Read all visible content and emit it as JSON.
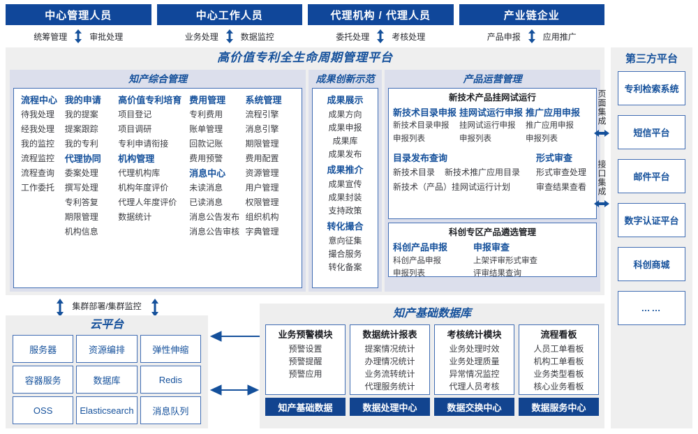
{
  "roles": [
    {
      "title": "中心管理人员",
      "flows": [
        "统筹管理",
        "审批处理"
      ]
    },
    {
      "title": "中心工作人员",
      "flows": [
        "业务处理",
        "数据监控"
      ]
    },
    {
      "title": "代理机构 / 代理人员",
      "flows": [
        "委托处理",
        "考核处理"
      ]
    },
    {
      "title": "产业链企业",
      "flows": [
        "产品申报",
        "应用推广"
      ]
    }
  ],
  "platform": {
    "title": "高价值专利全生命周期管理平台",
    "sections": {
      "zhichan": {
        "title": "知产综合管理",
        "columns": [
          {
            "blocks": [
              {
                "head": "流程中心",
                "items": [
                  "待我处理",
                  "经我处理",
                  "我的监控",
                  "流程监控",
                  "流程查询",
                  "工作委托"
                ]
              }
            ]
          },
          {
            "blocks": [
              {
                "head": "我的申请",
                "items": [
                  "我的提案",
                  "提案跟踪",
                  "我的专利"
                ]
              },
              {
                "head": "代理协同",
                "items": [
                  "委案处理",
                  "撰写处理",
                  "专利答复",
                  "期限管理",
                  "机构信息"
                ]
              }
            ]
          },
          {
            "blocks": [
              {
                "head": "高价值专利培育",
                "items": [
                  "项目登记",
                  "项目调研",
                  "专利申请衔接"
                ]
              },
              {
                "head": "机构管理",
                "items": [
                  "代理机构库",
                  "机构年度评价",
                  "代理人年度评价",
                  "数据统计"
                ]
              }
            ]
          },
          {
            "blocks": [
              {
                "head": "费用管理",
                "items": [
                  "专利费用",
                  "账单管理",
                  "回款记账",
                  "费用预警"
                ]
              },
              {
                "head": "消息中心",
                "items": [
                  "未读消息",
                  "已读消息",
                  "消息公告发布",
                  "消息公告审核"
                ]
              }
            ]
          },
          {
            "blocks": [
              {
                "head": "系统管理",
                "items": [
                  "流程引擎",
                  "消息引擎",
                  "期限管理",
                  "费用配置",
                  "资源管理",
                  "用户管理",
                  "权限管理",
                  "组织机构",
                  "字典管理"
                ]
              }
            ]
          }
        ]
      },
      "chengguo": {
        "title": "成果创新示范",
        "blocks": [
          {
            "head": "成果展示",
            "items": [
              "成果方向",
              "成果申报",
              "成果库",
              "成果发布"
            ]
          },
          {
            "head": "成果推介",
            "items": [
              "成果宣传",
              "成果封装",
              "支持政策"
            ]
          },
          {
            "head": "转化撮合",
            "items": [
              "意向征集",
              "撮合服务",
              "转化备案"
            ]
          }
        ]
      },
      "chanpin": {
        "title": "产品运营管理",
        "box1": {
          "title": "新技术产品挂网试运行",
          "triples": [
            {
              "head": "新技术目录申报",
              "items": [
                "新技术目录申报",
                "申报列表"
              ]
            },
            {
              "head": "挂网试运行申报",
              "items": [
                "挂网试运行申报",
                "申报列表"
              ]
            },
            {
              "head": "推广应用申报",
              "items": [
                "推广应用申报",
                "申报列表"
              ]
            }
          ],
          "publish": {
            "head": "目录发布查询",
            "line1a": "新技术目录",
            "line1b": "新技术推广应用目录",
            "line2": "新技术（产品）挂网试运行计划"
          },
          "review": {
            "head": "形式审查",
            "items": [
              "形式审查处理",
              "审查结果查看"
            ]
          }
        },
        "box2": {
          "title": "科创专区产品遴选管理",
          "left": {
            "head": "科创产品申报",
            "items": [
              "科创产品申报",
              "申报列表"
            ]
          },
          "right": {
            "head": "申报审查",
            "items": [
              "上架评审形式审查",
              "评审结果查询"
            ]
          }
        }
      }
    },
    "integration": [
      "页面集成",
      "接口集成"
    ]
  },
  "third_party": {
    "title": "第三方平台",
    "items": [
      "专利检索系统",
      "短信平台",
      "邮件平台",
      "数字认证平台",
      "科创商城",
      "……"
    ]
  },
  "cluster_label": "集群部署/集群监控",
  "cloud": {
    "title": "云平台",
    "cells": [
      "服务器",
      "资源编排",
      "弹性伸缩",
      "容器服务",
      "数据库",
      "Redis",
      "OSS",
      "Elasticsearch",
      "消息队列"
    ]
  },
  "database": {
    "title": "知产基础数据库",
    "columns": [
      {
        "head": "业务预警模块",
        "items": [
          "预警设置",
          "预警提醒",
          "预警应用"
        ],
        "footer": "知产基础数据"
      },
      {
        "head": "数据统计报表",
        "items": [
          "提案情况统计",
          "办理情况统计",
          "业务流转统计",
          "代理服务统计"
        ],
        "footer": "数据处理中心"
      },
      {
        "head": "考核统计模块",
        "items": [
          "业务处理时效",
          "业务处理质量",
          "异常情况监控",
          "代理人员考核"
        ],
        "footer": "数据交换中心"
      },
      {
        "head": "流程看板",
        "items": [
          "人员工单看板",
          "机构工单看板",
          "业务类型看板",
          "核心业务看板"
        ],
        "footer": "数据服务中心"
      }
    ]
  },
  "colors": {
    "navy": "#14509b",
    "header": "#10479a",
    "lavender": "#dcdfec",
    "panel_gray": "#eeeeee"
  }
}
